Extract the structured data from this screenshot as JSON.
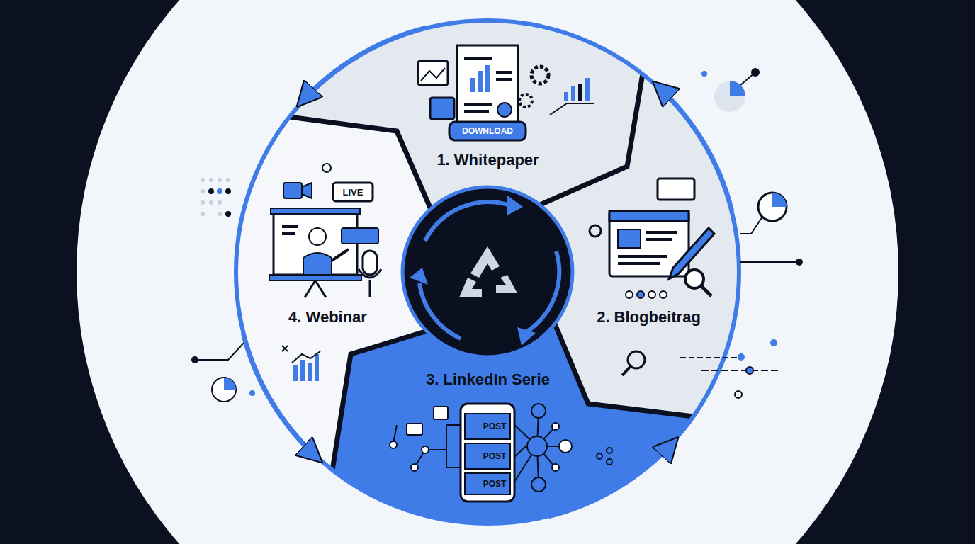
{
  "diagram": {
    "nodes": [
      {
        "text": [
          "1. Whitepaper"
        ]
      },
      {
        "text": [
          "2. Blogbeitrag"
        ]
      },
      {
        "text": [
          "3. LinkedIn Serie"
        ]
      },
      {
        "text": [
          "4. Webinar"
        ]
      }
    ],
    "edges": [
      {
        "from": 0,
        "to": 3,
        "arrow": "to"
      },
      {
        "from": 3,
        "to": 2,
        "arrow": "to"
      },
      {
        "from": 2,
        "to": 1,
        "arrow": "to"
      },
      {
        "from": 1,
        "to": 0,
        "arrow": "to"
      }
    ],
    "labels": [
      "DOWNLOAD",
      "LIVE",
      "POST",
      "POST",
      "POST"
    ]
  }
}
